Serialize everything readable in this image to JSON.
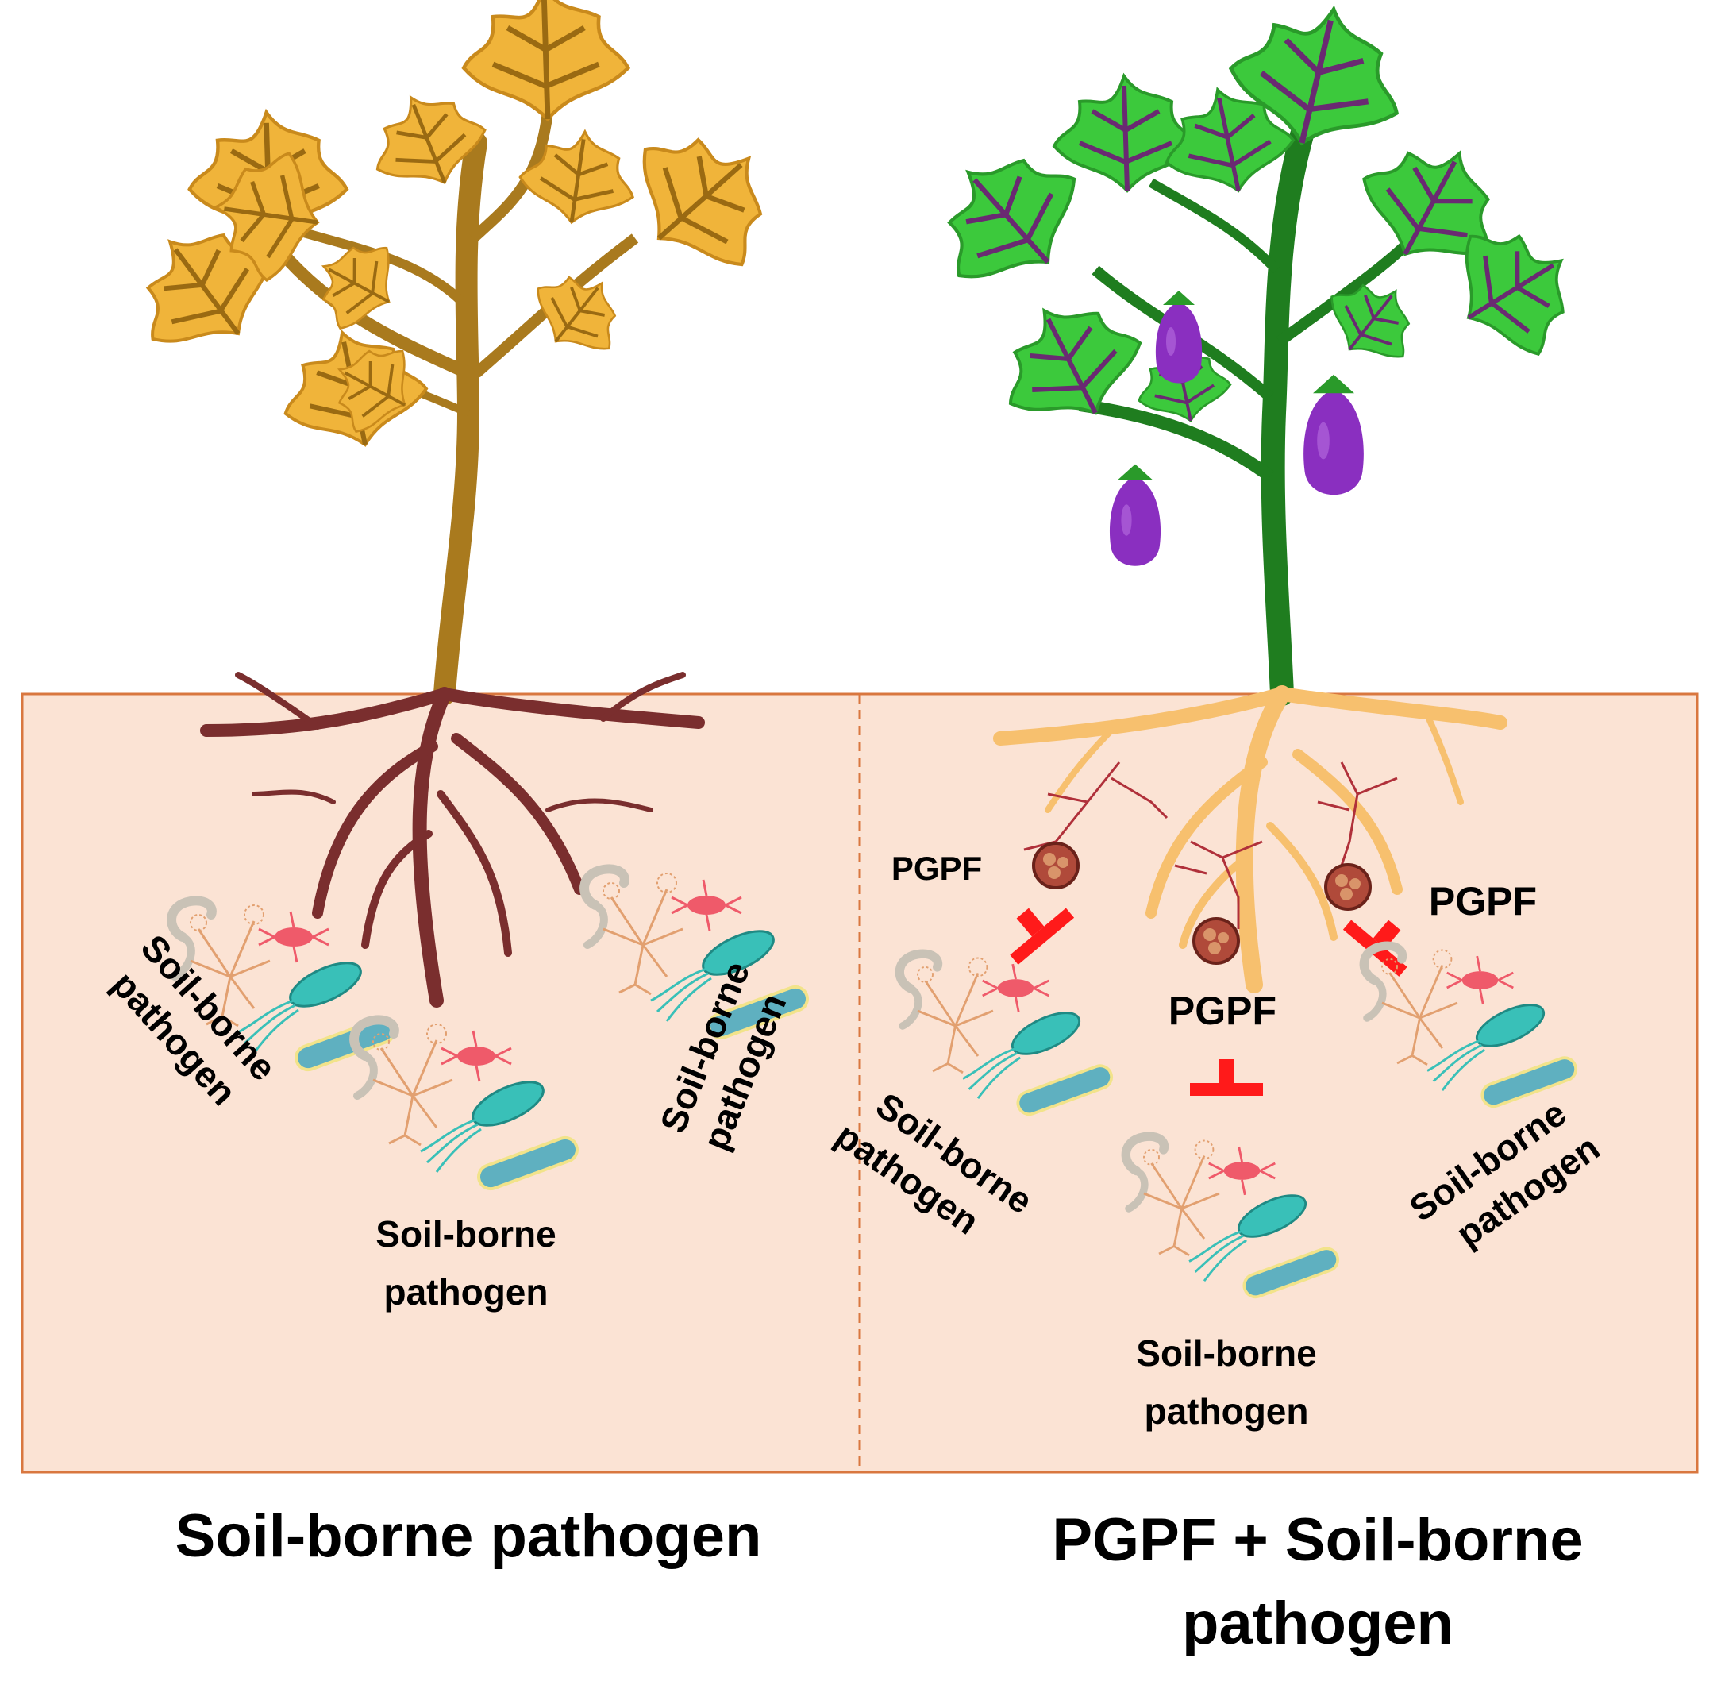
{
  "colors": {
    "soil_fill": "#fbe3d4",
    "soil_border": "#d9773f",
    "sick_leaf": "#f0b43a",
    "sick_leaf_vein": "#9a6a12",
    "sick_stem": "#a97a1e",
    "sick_root": "#7a2e2e",
    "healthy_leaf": "#3cc93c",
    "healthy_leaf_vein": "#6a2a72",
    "healthy_stem": "#1f7d1f",
    "healthy_root": "#f7c06e",
    "eggplant": "#8a2fc0",
    "inhibit": "#ff1a1a",
    "pgpf_hypha": "#b0303a",
    "pgpf_spore": "#8a3a2a",
    "text": "#000000"
  },
  "left_panel": {
    "pathogen_labels": [
      {
        "line1": "Soil-borne",
        "line2": "pathogen"
      },
      {
        "line1": "Soil-borne",
        "line2": "pathogen"
      },
      {
        "line1": "Soil-borne",
        "line2": "pathogen"
      }
    ],
    "caption": "Soil-borne pathogen"
  },
  "right_panel": {
    "pgpf_labels": [
      "PGPF",
      "PGPF",
      "PGPF"
    ],
    "pathogen_labels": [
      {
        "line1": "Soil-borne",
        "line2": "pathogen"
      },
      {
        "line1": "Soil-borne",
        "line2": "pathogen"
      },
      {
        "line1": "Soil-borne",
        "line2": "pathogen"
      }
    ],
    "caption_line1": "PGPF + Soil-borne",
    "caption_line2": "pathogen"
  }
}
